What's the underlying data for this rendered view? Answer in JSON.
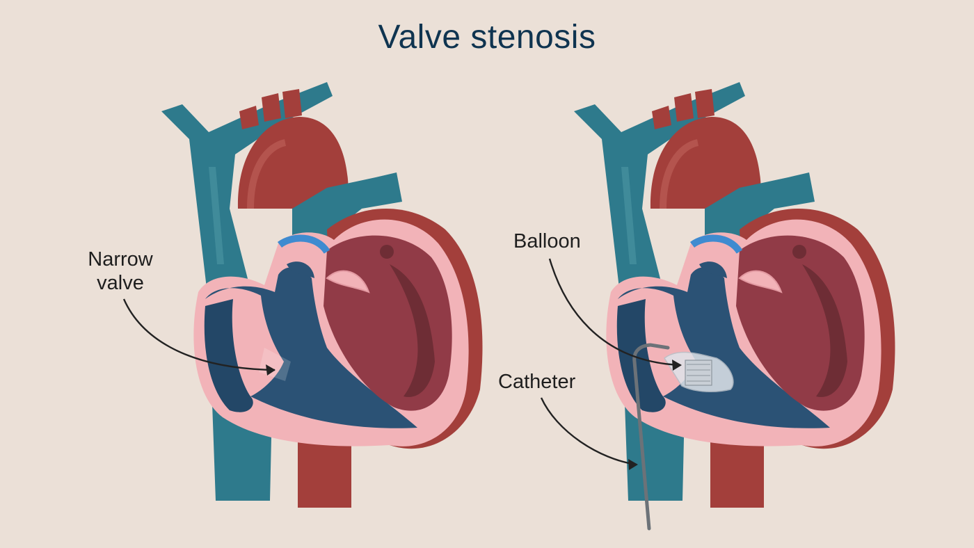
{
  "title": "Valve stenosis",
  "labels": {
    "narrow_line1": "Narrow",
    "narrow_line2": "valve",
    "balloon": "Balloon",
    "catheter": "Catheter"
  },
  "colors": {
    "background": "#ebe0d7",
    "title": "#0f3450",
    "vein_teal": "#2e7a8c",
    "artery_red": "#a33f3b",
    "myocardium_pink": "#f2b3b8",
    "chamber_blue": "#2b5275",
    "chamber_red": "#913b47",
    "valve_blue": "#3f8bd0"
  }
}
